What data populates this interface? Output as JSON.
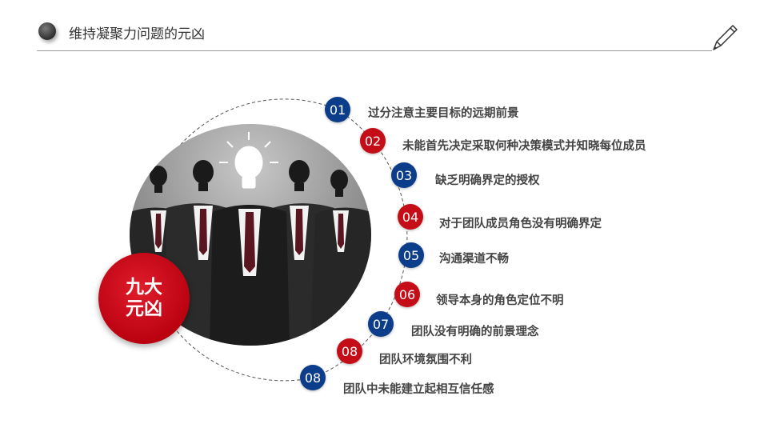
{
  "header": {
    "title": "维持凝聚力问题的元凶"
  },
  "badge": {
    "line1": "九大",
    "line2": "元凶"
  },
  "items": [
    {
      "num": "01",
      "text": "过分注意主要目标的远期前景",
      "color": "blue"
    },
    {
      "num": "02",
      "text": "未能首先决定采取何种决策模式并知晓每位成员",
      "color": "red"
    },
    {
      "num": "03",
      "text": "缺乏明确界定的授权",
      "color": "blue"
    },
    {
      "num": "04",
      "text": "对于团队成员角色没有明确界定",
      "color": "red"
    },
    {
      "num": "05",
      "text": "沟通渠道不畅",
      "color": "blue"
    },
    {
      "num": "06",
      "text": "领导本身的角色定位不明",
      "color": "red"
    },
    {
      "num": "07",
      "text": "团队没有明确的前景理念",
      "color": "blue"
    },
    {
      "num": "08",
      "text": "团队环境氛围不利",
      "color": "red"
    },
    {
      "num": "08",
      "text": "团队中未能建立起相互信任感",
      "color": "blue"
    }
  ],
  "colors": {
    "blue": "#0c3d8a",
    "red": "#c40d17"
  }
}
